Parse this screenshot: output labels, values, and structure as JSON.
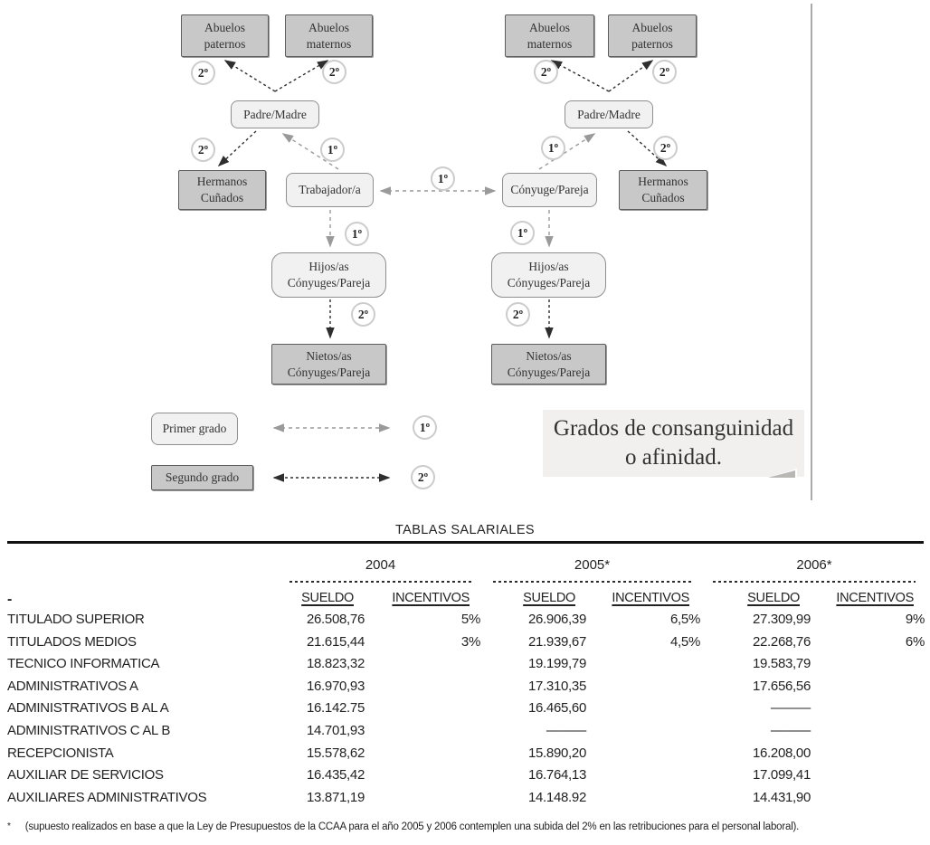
{
  "diagram": {
    "deg1": "1º",
    "deg2": "2º",
    "labels": {
      "abuelos_paternos": "Abuelos\npaternos",
      "abuelos_maternos": "Abuelos\nmaternos",
      "padre_madre": "Padre/Madre",
      "hermanos_cunados": "Hermanos\nCuñados",
      "trabajador": "Trabajador/a",
      "conyuge_pareja": "Cónyuge/Pareja",
      "hijos_conyuges": "Hijos/as\nCónyuges/Pareja",
      "nietos_conyuges": "Nietos/as\nCónyuges/Pareja",
      "primer_grado": "Primer grado",
      "segundo_grado": "Segundo grado"
    },
    "caption": "Grados de consanguinidad\no afinidad.",
    "colors": {
      "dark_box": "#c8c8c8",
      "light_box": "#f1f1f1",
      "edge_1st": "#9a9a9a",
      "edge_2nd": "#2e2e2e"
    }
  },
  "table": {
    "title": "TABLAS SALARIALES",
    "corner_dash": "-",
    "years": {
      "y2004": "2004",
      "y2005": "2005*",
      "y2006": "2006*"
    },
    "col_headers": {
      "sueldo": "SUELDO",
      "incentivos": "INCENTIVOS"
    },
    "rows": [
      {
        "label": "TITULADO SUPERIOR",
        "s04": "26.508,76",
        "i04": "5%",
        "s05": "26.906,39",
        "i05": "6,5%",
        "s06": "27.309,99",
        "i06": "9%"
      },
      {
        "label": "TITULADOS MEDIOS",
        "s04": "21.615,44",
        "i04": "3%",
        "s05": "21.939,67",
        "i05": "4,5%",
        "s06": "22.268,76",
        "i06": "6%"
      },
      {
        "label": "TECNICO INFORMATICA",
        "s04": "18.823,32",
        "i04": "",
        "s05": "19.199,79",
        "i05": "",
        "s06": "19.583,79",
        "i06": ""
      },
      {
        "label": "ADMINISTRATIVOS A",
        "s04": "16.970,93",
        "i04": "",
        "s05": "17.310,35",
        "i05": "",
        "s06": "17.656,56",
        "i06": ""
      },
      {
        "label": "ADMINISTRATIVOS B AL A",
        "s04": "16.142.75",
        "i04": "",
        "s05": "16.465,60",
        "i05": "",
        "s06": "———",
        "i06": ""
      },
      {
        "label": "ADMINISTRATIVOS C AL B",
        "s04": "14.701,93",
        "i04": "",
        "s05": "———",
        "i05": "",
        "s06": "———",
        "i06": ""
      },
      {
        "label": "RECEPCIONISTA",
        "s04": "15.578,62",
        "i04": "",
        "s05": "15.890,20",
        "i05": "",
        "s06": "16.208,00",
        "i06": ""
      },
      {
        "label": "AUXILIAR DE SERVICIOS",
        "s04": "16.435,42",
        "i04": "",
        "s05": "16.764,13",
        "i05": "",
        "s06": "17.099,41",
        "i06": ""
      },
      {
        "label": "AUXILIARES ADMINISTRATIVOS",
        "s04": "13.871,19",
        "i04": "",
        "s05": "14.148.92",
        "i05": "",
        "s06": "14.431,90",
        "i06": ""
      }
    ],
    "footnote_marker": "*",
    "footnote": "(supuesto realizados en base a que la Ley de Presupuestos de la CCAA para el año 2005 y 2006 contemplen una subida del 2% en las retribuciones para el personal laboral)."
  }
}
